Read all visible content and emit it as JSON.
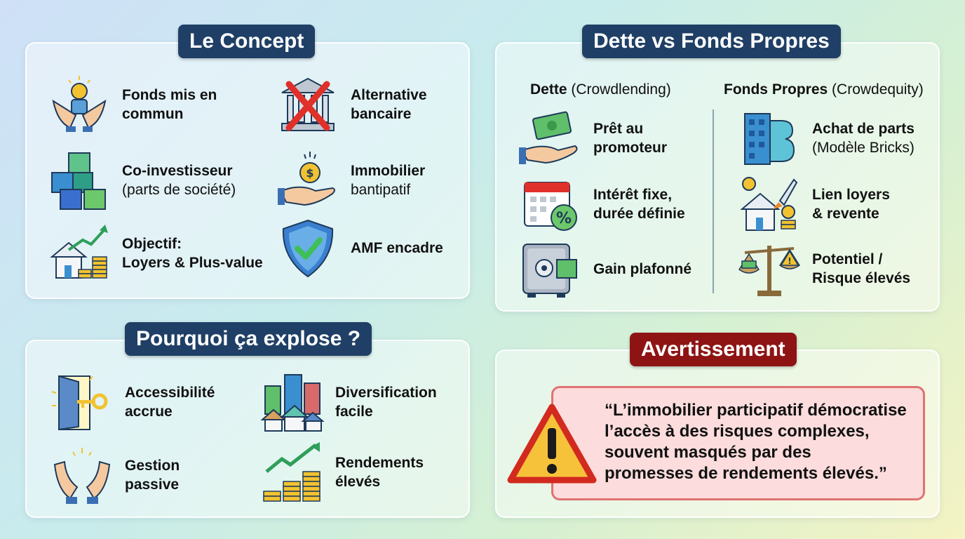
{
  "concept": {
    "title": "Le Concept",
    "items": [
      {
        "icon": "hands-coin-icon",
        "bold1": "Fonds mis en",
        "bold2": "commun",
        "normal": ""
      },
      {
        "icon": "bank-crossed-icon",
        "bold1": "Alternative",
        "bold2": "bancaire",
        "normal": ""
      },
      {
        "icon": "puzzle-blocks-icon",
        "bold1": "Co-investisseur",
        "bold2": "",
        "normal": "(parts de société)"
      },
      {
        "icon": "hand-dollar-icon",
        "bold1": "Immobilier",
        "bold2": "",
        "normal": "bantipatif"
      },
      {
        "icon": "house-growth-icon",
        "bold1": "Objectif:",
        "bold2": "Loyers & Plus-value",
        "normal": ""
      },
      {
        "icon": "shield-check-icon",
        "bold1": "AMF encadre",
        "bold2": "",
        "normal": ""
      }
    ]
  },
  "dette": {
    "title": "Dette vs Fonds Propres",
    "col1_bold": "Dette",
    "col1_normal": " (Crowdlending)",
    "col2_bold": "Fonds Propres",
    "col2_normal": " (Crowdequity)",
    "left": [
      {
        "icon": "hand-money-icon",
        "bold1": "Prêt au",
        "bold2": "promoteur",
        "normal": ""
      },
      {
        "icon": "calendar-percent-icon",
        "bold1": "Intérêt fixe,",
        "bold2": "durée définie",
        "normal": ""
      },
      {
        "icon": "safe-icon",
        "bold1": "Gain plafonné",
        "bold2": "",
        "normal": ""
      }
    ],
    "right": [
      {
        "icon": "building-b-icon",
        "bold1": "Achat de parts",
        "bold2": "",
        "normal": "(Modèle Bricks)"
      },
      {
        "icon": "house-rocket-icon",
        "bold1": "Lien loyers",
        "bold2": "& revente",
        "normal": ""
      },
      {
        "icon": "scale-warning-icon",
        "bold1": "Potentiel /",
        "bold2": "Risque élevés",
        "normal": ""
      }
    ]
  },
  "pourquoi": {
    "title": "Pourquoi ça explose ?",
    "items": [
      {
        "icon": "door-key-icon",
        "bold1": "Accessibilité",
        "bold2": "accrue",
        "normal": ""
      },
      {
        "icon": "buildings-icon",
        "bold1": "Diversification",
        "bold2": "facile",
        "normal": ""
      },
      {
        "icon": "open-hands-icon",
        "bold1": "Gestion",
        "bold2": "passive",
        "normal": ""
      },
      {
        "icon": "coins-growth-icon",
        "bold1": "Rendements",
        "bold2": "élevés",
        "normal": ""
      }
    ]
  },
  "avertissement": {
    "title": "Avertissement",
    "icon": "warning-triangle-icon",
    "quote": "“L’immobilier participatif démocratise\n l’accès à des risques complexes,\n souvent masqués par des\n promesses de rendements élevés.”"
  }
}
